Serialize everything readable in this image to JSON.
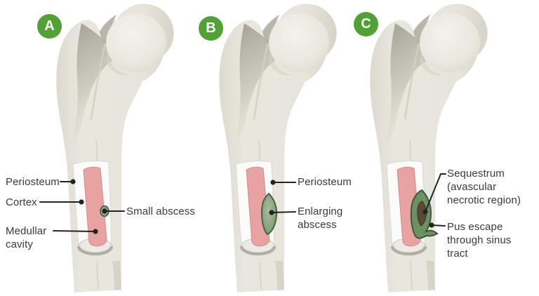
{
  "figure": {
    "panels": [
      {
        "badge": "A",
        "illustration": "proximal femur with cutaway shaft showing a small abscess",
        "labels": {
          "periosteum": "Periosteum",
          "cortex": "Cortex",
          "medullar_cavity": "Medullar cavity",
          "small_abscess": "Small abscess"
        }
      },
      {
        "badge": "B",
        "illustration": "proximal femur with cutaway shaft showing an enlarging abscess",
        "labels": {
          "periosteum": "Periosteum",
          "enlarging_abscess": "Enlarging abscess"
        }
      },
      {
        "badge": "C",
        "illustration": "proximal femur with sequestrum and pus escaping through sinus tract",
        "labels": {
          "sequestrum": "Sequestrum (avascular necrotic region)",
          "pus_escape": "Pus escape through sinus tract"
        }
      }
    ],
    "colors": {
      "badge_green": "#52a135",
      "bone_beige": "#e9e6de",
      "bone_shadow": "#a19e92",
      "cortex_white": "#fbfbfa",
      "medullary_pink": "#e9a2a2",
      "abscess_green_fill": "#8aa581",
      "abscess_green_border": "#46633e",
      "sequestrum_brown": "#5c4935",
      "cap_gray": "#b2afa8",
      "label_text": "#3a3a3a",
      "leader_line": "#232323",
      "background": "#ffffff"
    }
  }
}
